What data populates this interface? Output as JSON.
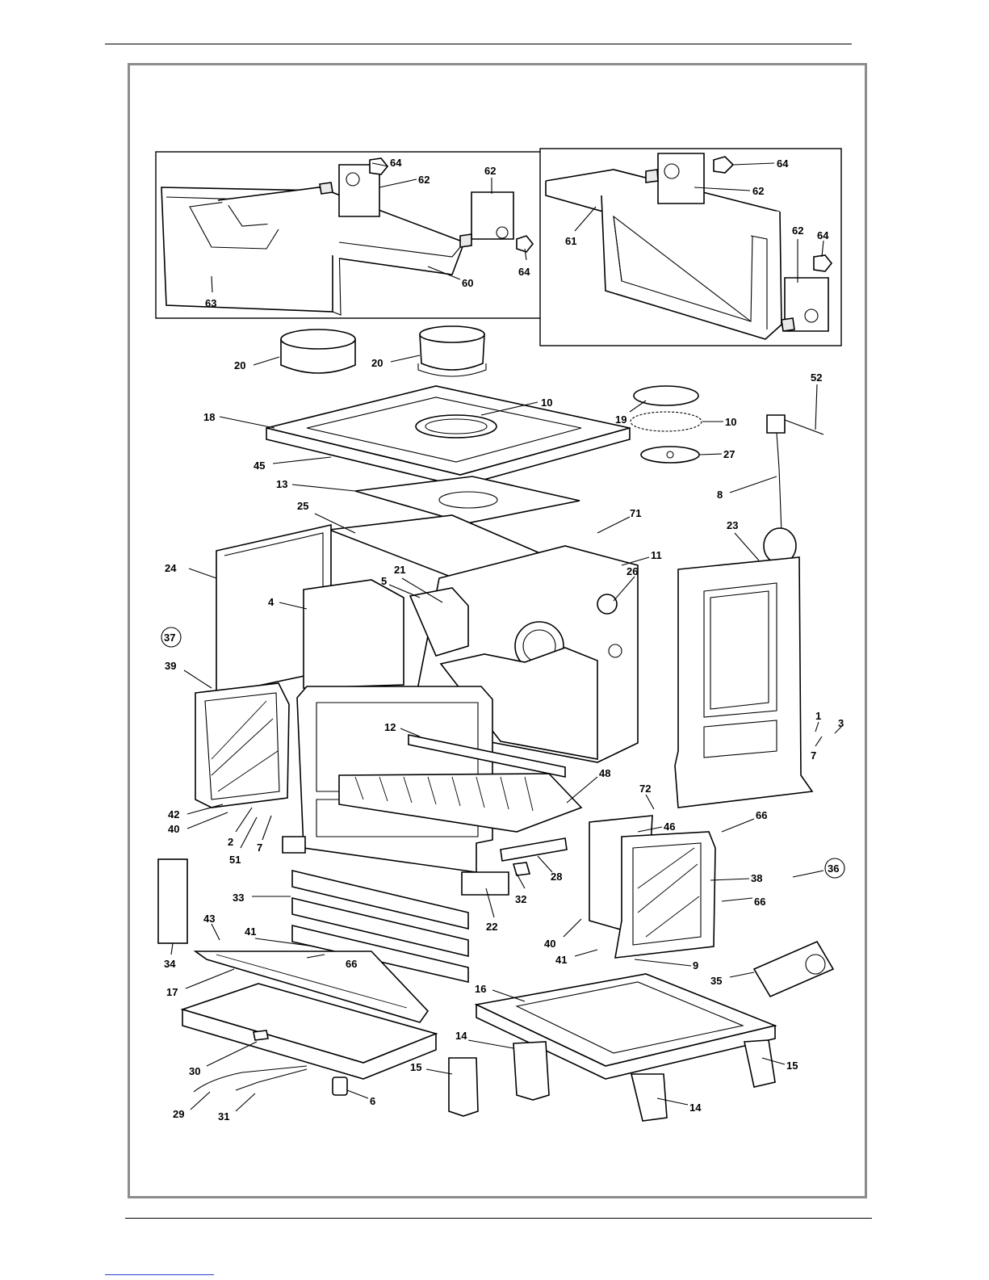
{
  "diagram": {
    "labels": [
      "64",
      "62",
      "62",
      "60",
      "64",
      "63",
      "64",
      "62",
      "61",
      "62",
      "64",
      "20",
      "20",
      "52",
      "10",
      "18",
      "19",
      "10",
      "27",
      "45",
      "13",
      "8",
      "71",
      "25",
      "23",
      "24",
      "11",
      "21",
      "26",
      "5",
      "4",
      "37",
      "39",
      "1",
      "3",
      "12",
      "7",
      "48",
      "72",
      "66",
      "42",
      "40",
      "2",
      "51",
      "7",
      "46",
      "28",
      "38",
      "36",
      "33",
      "32",
      "22",
      "66",
      "43",
      "40",
      "41",
      "41",
      "66",
      "9",
      "34",
      "35",
      "17",
      "16",
      "14",
      "30",
      "15",
      "15",
      "29",
      "31",
      "6",
      "14"
    ]
  }
}
